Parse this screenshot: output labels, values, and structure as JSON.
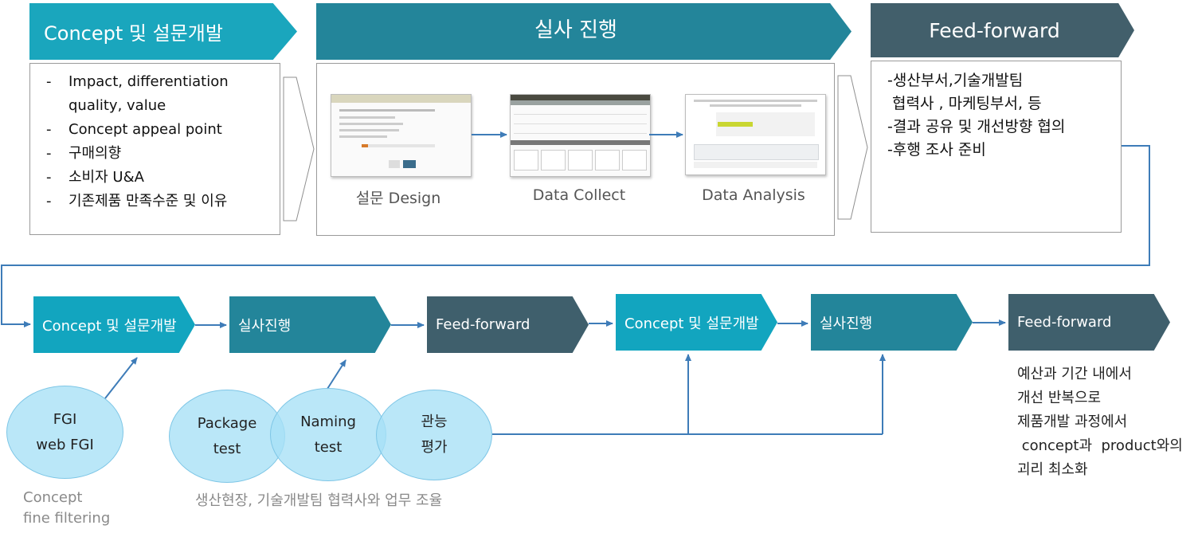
{
  "top_row": {
    "stage1": {
      "title": "Concept 및 설문개발",
      "color": "#1aa6bd",
      "items": [
        "Impact, differentiation",
        "quality, value",
        "Concept  appeal point",
        "구매의향",
        "소비자 U&A",
        "기존제품 만족수준 및 이유"
      ],
      "dash": "-"
    },
    "stage2": {
      "title": "실사 진행",
      "color": "#23859a",
      "steps": [
        {
          "caption": "설문 Design"
        },
        {
          "caption": "Data Collect"
        },
        {
          "caption": "Data Analysis"
        }
      ]
    },
    "stage3": {
      "title": "Feed-forward",
      "color": "#425f6b",
      "items": [
        "-생산부서,기술개발팀",
        " 협력사 , 마케팅부서, 등",
        "-결과 공유 및 개선방향 협의",
        "-후행 조사 준비"
      ]
    }
  },
  "bottom_row": {
    "chevrons": [
      {
        "label": "Concept 및 설문개발",
        "color": "#12a5bf"
      },
      {
        "label": "실사진행",
        "color": "#23859a"
      },
      {
        "label": "Feed-forward",
        "color": "#3f5f6c"
      },
      {
        "label": "Concept 및 설문개발",
        "color": "#12a5bf"
      },
      {
        "label": "실사진행",
        "color": "#23859a"
      },
      {
        "label": "Feed-forward",
        "color": "#3f5f6c"
      }
    ],
    "circles": {
      "fgi": {
        "line1": "FGI",
        "line2": "web FGI"
      },
      "package": {
        "line1": "Package",
        "line2": "test"
      },
      "naming": {
        "line1": "Naming",
        "line2": "test"
      },
      "sensory": {
        "line1": "관능",
        "line2": "평가"
      }
    },
    "note_fgi": {
      "line1": "Concept",
      "line2": "fine filtering"
    },
    "note_tests": "생산현장, 기술개발팀  협력사와 업무 조율",
    "final_note": [
      "예산과 기간 내에서",
      "개선 반복으로",
      "제품개발 과정에서",
      " concept과  product와의",
      "괴리 최소화"
    ]
  },
  "colors": {
    "arrow": "#3e7cb8",
    "outline": "#9a9a9a"
  }
}
